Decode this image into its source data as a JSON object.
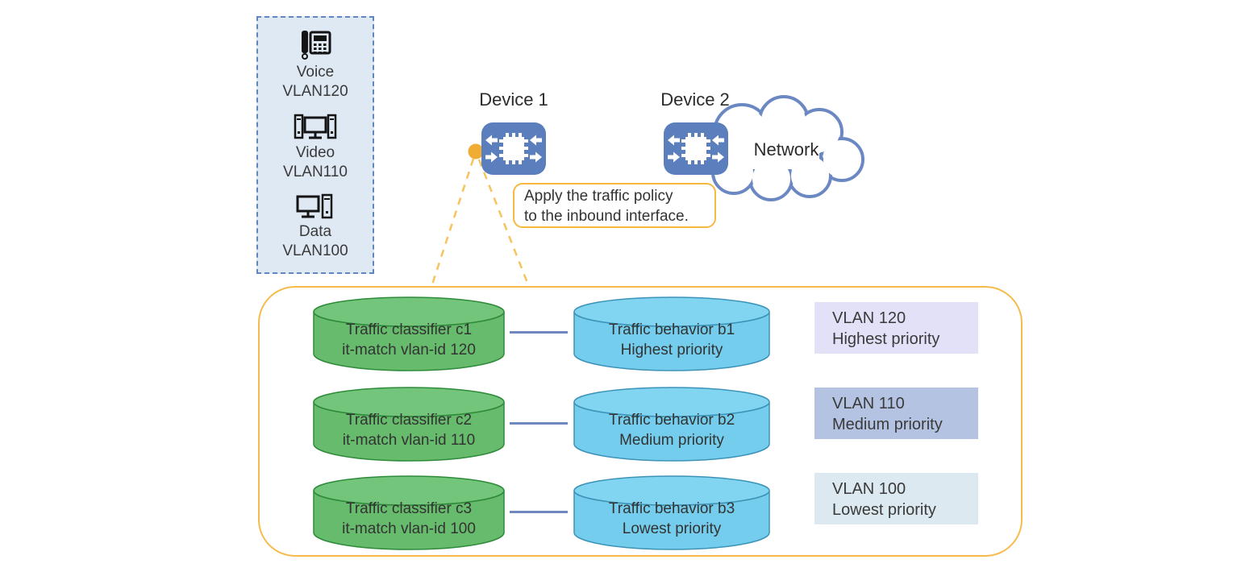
{
  "colors": {
    "device_blue": "#5b7fbd",
    "cloud_stroke": "#6b88c3",
    "policy_border_orange": "#f6bb4a",
    "callout_border_orange": "#f5b942",
    "dashed_line_orange": "#f6c45c",
    "dot_orange": "#f0ac33",
    "classifier_green": "#66bb6c",
    "behavior_blue": "#74cdec",
    "connector_blue": "#7088c0",
    "panel_bg": "#dfe9f3",
    "panel_border": "#6286c0",
    "vlan120_bg": "#e3e1f8",
    "vlan110_bg": "#b5c3e3",
    "vlan100_bg": "#dde9f0"
  },
  "sources_panel": {
    "items": [
      {
        "icon": "voice-phone-icon",
        "type": "Voice",
        "vlan": "VLAN120"
      },
      {
        "icon": "video-workstations-icon",
        "type": "Video",
        "vlan": "VLAN110"
      },
      {
        "icon": "data-workstation-icon",
        "type": "Data",
        "vlan": "VLAN100"
      }
    ]
  },
  "devices": [
    {
      "label": "Device 1"
    },
    {
      "label": "Device 2"
    }
  ],
  "network_cloud": {
    "label": "Network"
  },
  "callout": {
    "line1": "Apply the traffic policy",
    "line2": "to the inbound interface."
  },
  "policy_box": {
    "rows": [
      {
        "classifier": {
          "line1": "Traffic classifier c1",
          "line2": "it-match vlan-id 120"
        },
        "behavior": {
          "line1": "Traffic behavior b1",
          "line2": "Highest priority"
        },
        "vlan_label": {
          "line1": "VLAN 120",
          "line2": "Highest priority",
          "bg": "#e3e1f8"
        }
      },
      {
        "classifier": {
          "line1": "Traffic classifier c2",
          "line2": "it-match vlan-id 110"
        },
        "behavior": {
          "line1": "Traffic behavior b2",
          "line2": "Medium priority"
        },
        "vlan_label": {
          "line1": "VLAN 110",
          "line2": "Medium priority",
          "bg": "#b5c3e3"
        }
      },
      {
        "classifier": {
          "line1": "Traffic classifier c3",
          "line2": "it-match vlan-id 100"
        },
        "behavior": {
          "line1": "Traffic behavior b3",
          "line2": "Lowest priority"
        },
        "vlan_label": {
          "line1": "VLAN 100",
          "line2": "Lowest priority",
          "bg": "#dde9f0"
        }
      }
    ]
  }
}
